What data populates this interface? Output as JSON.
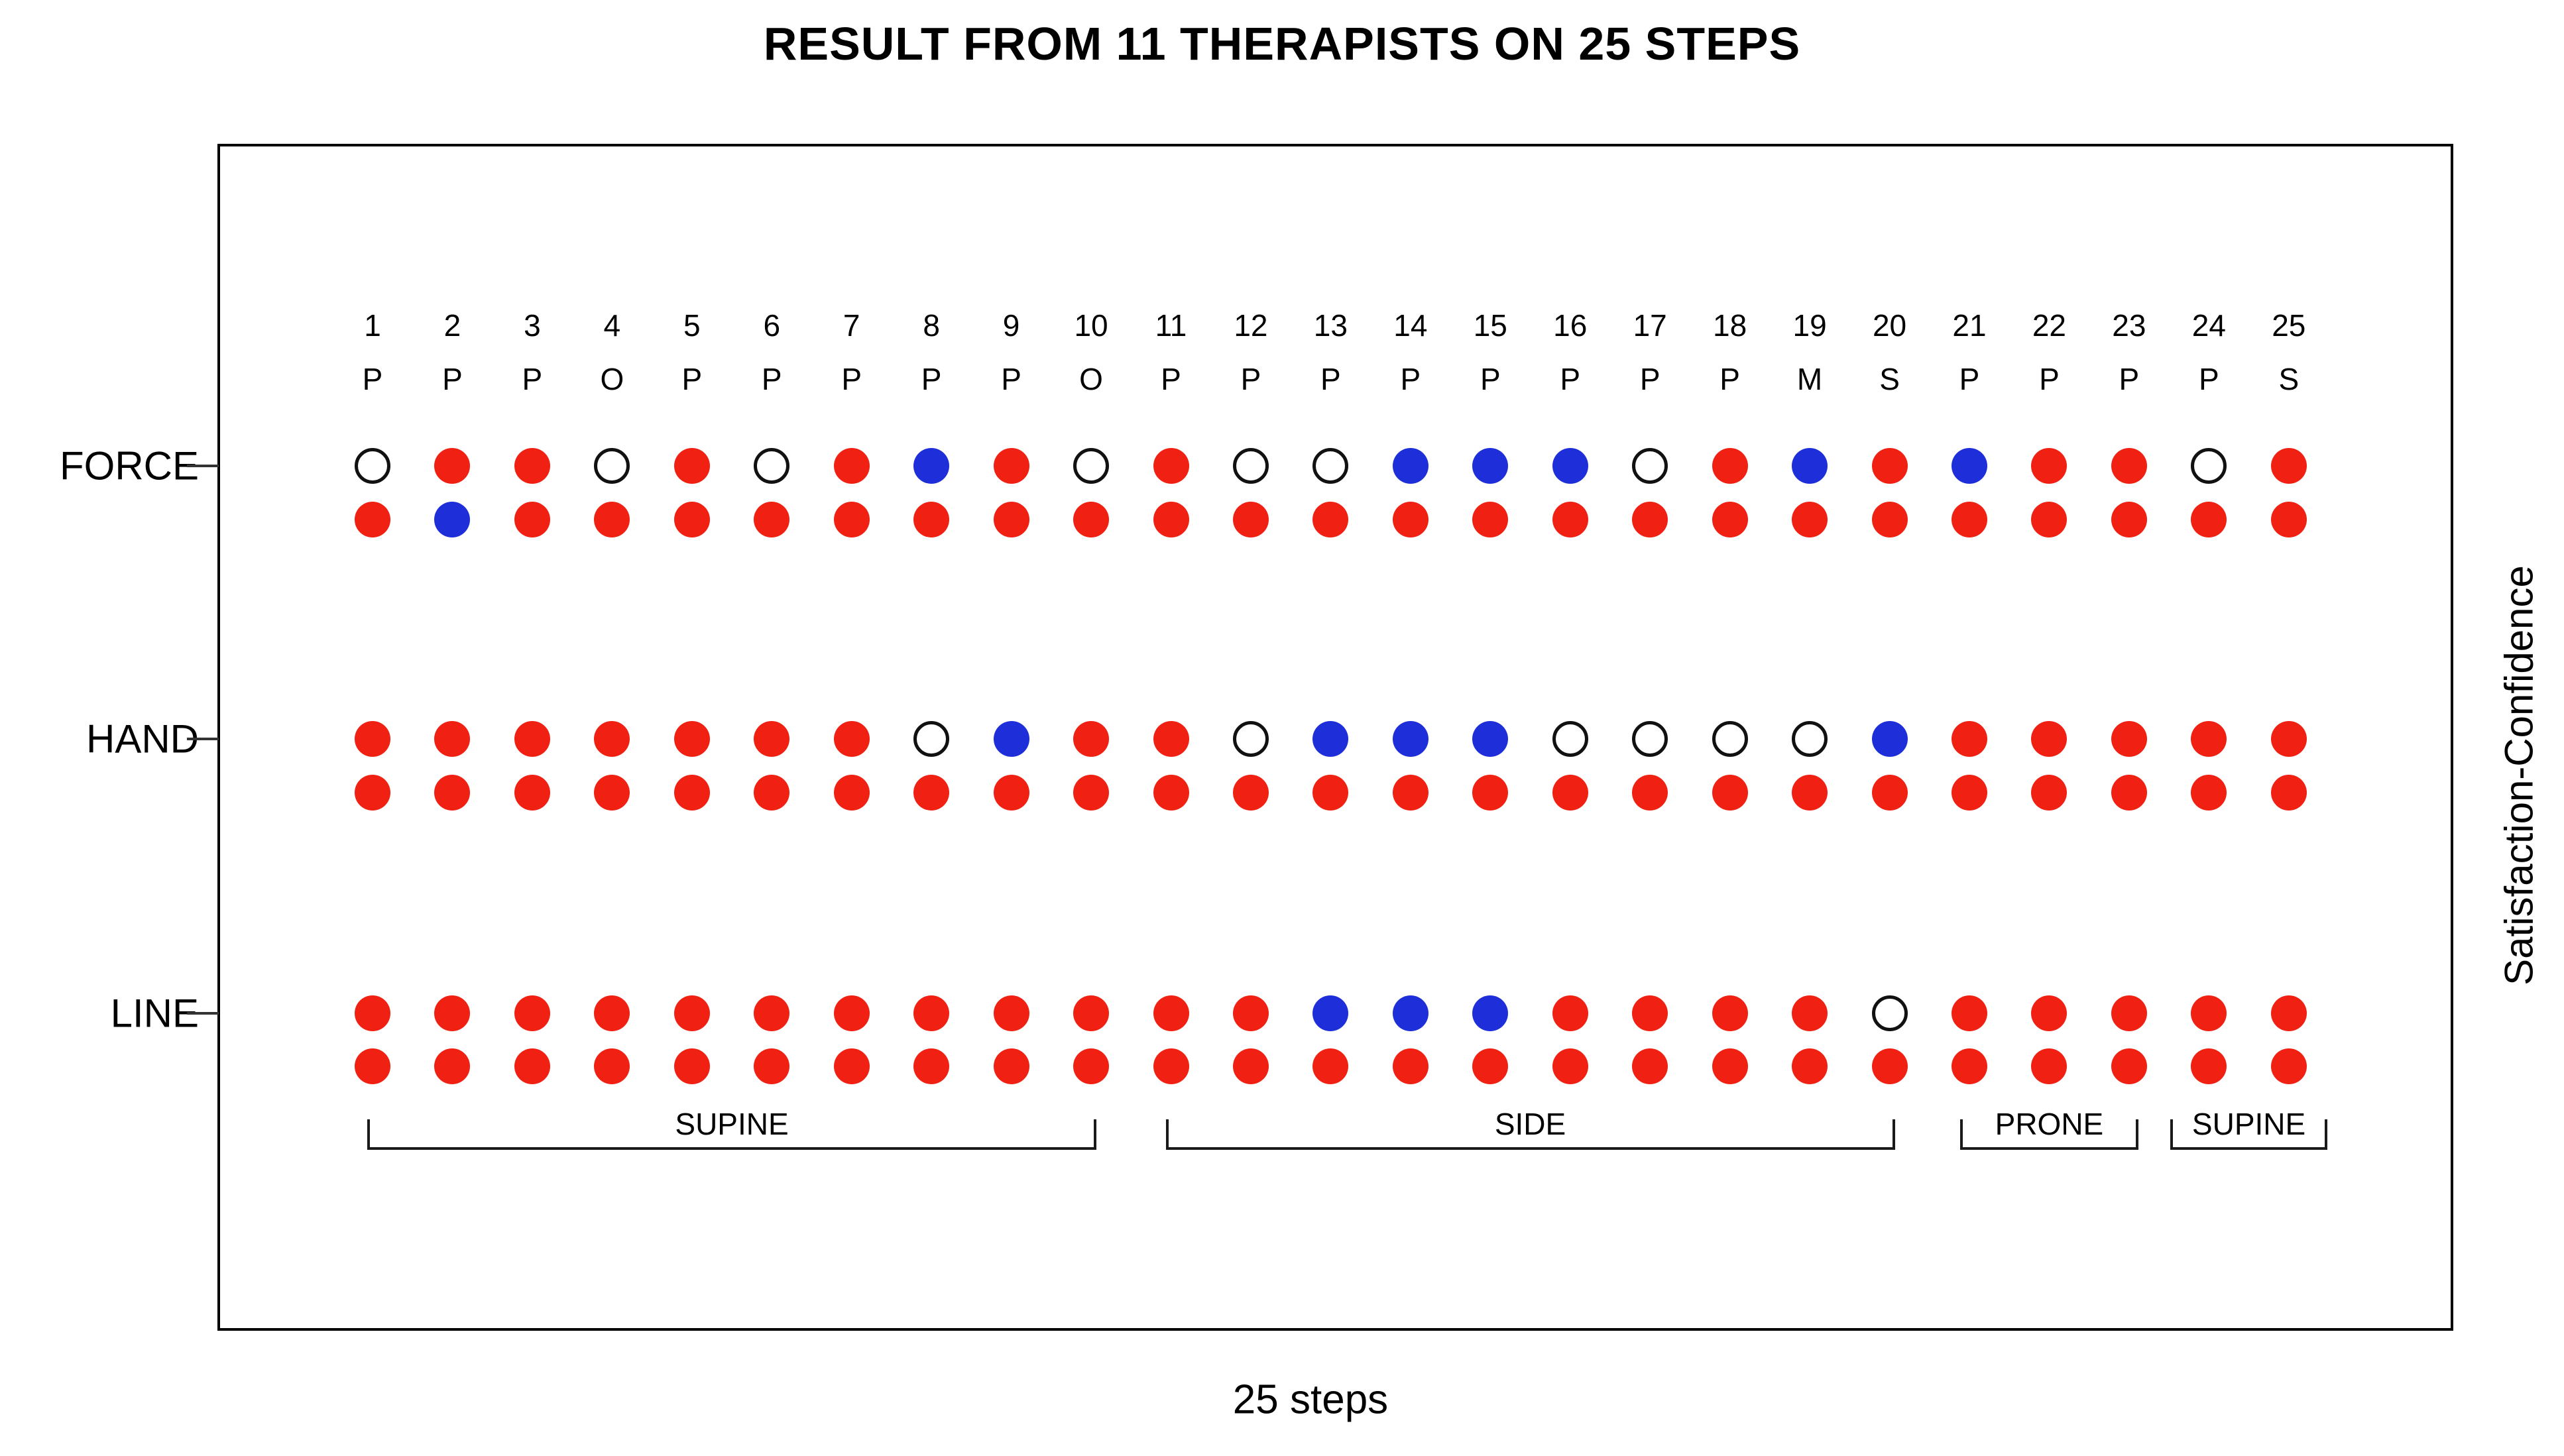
{
  "title": "RESULT FROM 11 THERAPISTS ON 25 STEPS",
  "x_axis_label": "25 steps",
  "right_axis_label": "Satisfaction-Confidence",
  "chart_data": {
    "type": "dot-matrix",
    "title": "RESULT FROM 11 THERAPISTS ON 25 STEPS",
    "xlabel": "25 steps",
    "ylabel": "Satisfaction-Confidence",
    "steps": [
      1,
      2,
      3,
      4,
      5,
      6,
      7,
      8,
      9,
      10,
      11,
      12,
      13,
      14,
      15,
      16,
      17,
      18,
      19,
      20,
      21,
      22,
      23,
      24,
      25
    ],
    "step_positions": [
      "P",
      "P",
      "P",
      "O",
      "P",
      "P",
      "P",
      "P",
      "P",
      "O",
      "P",
      "P",
      "P",
      "P",
      "P",
      "P",
      "P",
      "P",
      "M",
      "S",
      "P",
      "P",
      "P",
      "P",
      "S"
    ],
    "dot_legend": {
      "R": "red filled dot",
      "B": "blue filled dot",
      "O": "open circle"
    },
    "colors": {
      "red": "#f02112",
      "blue": "#1e2fd9",
      "open_fill": "#ffffff",
      "open_stroke": "#111111"
    },
    "groups": [
      {
        "label": "FORCE",
        "rows": {
          "satisfaction": [
            "O",
            "R",
            "R",
            "O",
            "R",
            "O",
            "R",
            "B",
            "R",
            "O",
            "R",
            "O",
            "O",
            "B",
            "B",
            "B",
            "O",
            "R",
            "B",
            "R",
            "B",
            "R",
            "R",
            "O",
            "R"
          ],
          "confidence": [
            "R",
            "B",
            "R",
            "R",
            "R",
            "R",
            "R",
            "R",
            "R",
            "R",
            "R",
            "R",
            "R",
            "R",
            "R",
            "R",
            "R",
            "R",
            "R",
            "R",
            "R",
            "R",
            "R",
            "R",
            "R"
          ]
        }
      },
      {
        "label": "HAND",
        "rows": {
          "satisfaction": [
            "R",
            "R",
            "R",
            "R",
            "R",
            "R",
            "R",
            "O",
            "B",
            "R",
            "R",
            "O",
            "B",
            "B",
            "B",
            "O",
            "O",
            "O",
            "O",
            "B",
            "R",
            "R",
            "R",
            "R",
            "R"
          ],
          "confidence": [
            "R",
            "R",
            "R",
            "R",
            "R",
            "R",
            "R",
            "R",
            "R",
            "R",
            "R",
            "R",
            "R",
            "R",
            "R",
            "R",
            "R",
            "R",
            "R",
            "R",
            "R",
            "R",
            "R",
            "R",
            "R"
          ]
        }
      },
      {
        "label": "LINE",
        "rows": {
          "satisfaction": [
            "R",
            "R",
            "R",
            "R",
            "R",
            "R",
            "R",
            "R",
            "R",
            "R",
            "R",
            "R",
            "B",
            "B",
            "B",
            "R",
            "R",
            "R",
            "R",
            "O",
            "R",
            "R",
            "R",
            "R",
            "R"
          ],
          "confidence": [
            "R",
            "R",
            "R",
            "R",
            "R",
            "R",
            "R",
            "R",
            "R",
            "R",
            "R",
            "R",
            "R",
            "R",
            "R",
            "R",
            "R",
            "R",
            "R",
            "R",
            "R",
            "R",
            "R",
            "R",
            "R"
          ]
        }
      }
    ],
    "position_brackets": [
      {
        "label": "SUPINE",
        "from_step": 1,
        "to_step": 10
      },
      {
        "label": "SIDE",
        "from_step": 11,
        "to_step": 20
      },
      {
        "label": "PRONE",
        "from_step": 21,
        "to_step": 23
      },
      {
        "label": "SUPINE",
        "from_step": 24,
        "to_step": 25
      }
    ]
  }
}
